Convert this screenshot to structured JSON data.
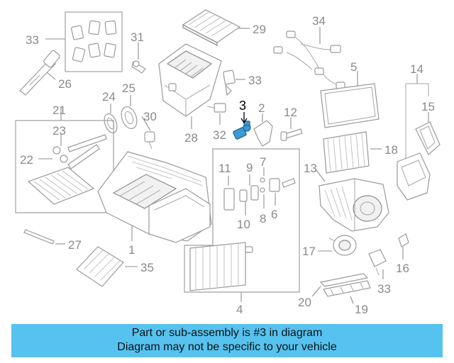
{
  "callouts": {
    "c1": "1",
    "c2": "2",
    "c3": "3",
    "c4": "4",
    "c5": "5",
    "c6": "6",
    "c7": "7",
    "c8": "8",
    "c9": "9",
    "c10": "10",
    "c11": "11",
    "c12": "12",
    "c13": "13",
    "c14": "14",
    "c15": "15",
    "c16": "16",
    "c17": "17",
    "c18": "18",
    "c19": "19",
    "c20": "20",
    "c21": "21",
    "c22": "22",
    "c23": "23",
    "c24": "24",
    "c25": "25",
    "c26": "26",
    "c27": "27",
    "c28": "28",
    "c29": "29",
    "c30": "30",
    "c31": "31",
    "c32": "32",
    "c33a": "33",
    "c33b": "33",
    "c33c": "33",
    "c34": "34",
    "c35": "35"
  },
  "highlight_color": "#3b9bd6",
  "banner": {
    "line1": "Part or sub-assembly is #3 in diagram",
    "line2": "Diagram may not be specific to your vehicle",
    "color": "#56c2ef"
  }
}
